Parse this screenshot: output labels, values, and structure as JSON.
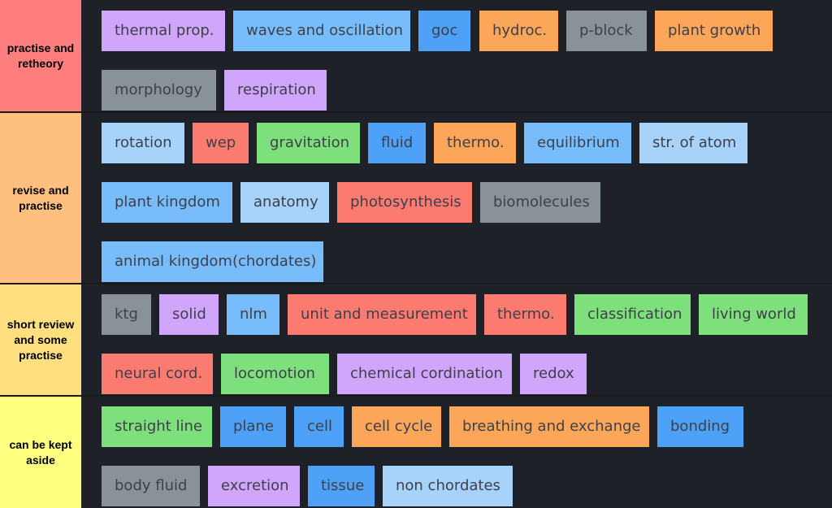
{
  "colors": {
    "tier_s": "#ff7f7e",
    "tier_a": "#ffbf7f",
    "tier_b": "#ffdf80",
    "tier_c": "#feff7f",
    "item_purple": "#cfa6fb",
    "item_sky": "#78bdfb",
    "item_blue": "#4da1f7",
    "item_orange": "#fca65a",
    "item_grey": "#8a9299",
    "item_pale_blue": "#a7d3fb",
    "item_red": "#fb7b71",
    "item_green": "#7ee07c",
    "background": "#1e2127"
  },
  "tiers": [
    {
      "label": "practise and retheory",
      "items": [
        "thermal prop.",
        "waves and oscillation",
        "goc",
        "hydroc.",
        "p-block",
        "plant growth",
        "morphology",
        "respiration"
      ]
    },
    {
      "label": "revise and practise",
      "items": [
        "rotation",
        "wep",
        "gravitation",
        "fluid",
        "thermo.",
        "equilibrium",
        "str. of atom",
        "plant kingdom",
        "anatomy",
        "photosynthesis",
        "biomolecules",
        "animal kingdom(chordates)"
      ]
    },
    {
      "label": "short review and some practise",
      "items": [
        "ktg",
        "solid",
        "nlm",
        "unit and measurement",
        "thermo.",
        "classification",
        "living world",
        "neural cord.",
        "locomotion",
        "chemical cordination",
        "redox"
      ]
    },
    {
      "label": "can be kept aside",
      "items": [
        "straight line",
        "plane",
        "cell",
        "cell cycle",
        "breathing and exchange",
        "bonding",
        "body fluid",
        "excretion",
        "tissue",
        "non chordates"
      ]
    }
  ]
}
